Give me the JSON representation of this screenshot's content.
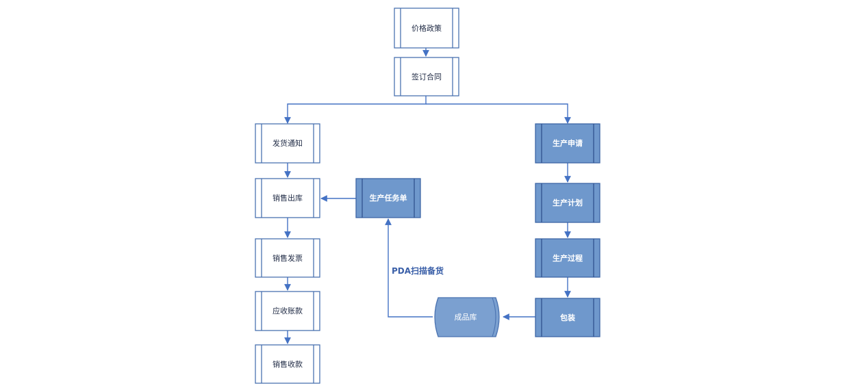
{
  "colors": {
    "outline_stroke": "#4a72b0",
    "filled_box": "#6f98cc",
    "connector": "#4472c4",
    "storage_fill": "#7ba0d0"
  },
  "nodes": {
    "price_policy": "价格政策",
    "sign_contract": "签订合同",
    "delivery_notice": "发货通知",
    "sales_outbound": "销售出库",
    "sales_invoice": "销售发票",
    "receivable": "应收账款",
    "sales_receipt": "销售收款",
    "production_task": "生产任务单",
    "production_request": "生产申请",
    "production_plan": "生产计划",
    "production_process": "生产过程",
    "packaging": "包装",
    "finished_goods": "成品库"
  },
  "edges": {
    "pda_scan": "PDA扫描备货"
  }
}
